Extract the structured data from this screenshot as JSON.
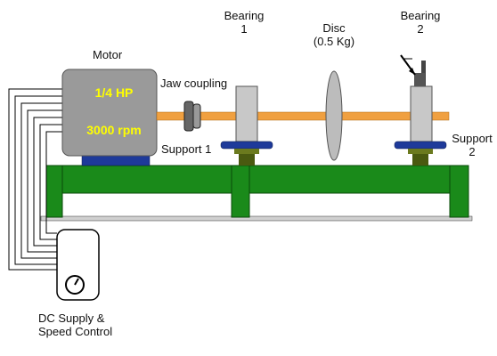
{
  "labels": {
    "motor": "Motor",
    "motor_power": "1/4 HP",
    "motor_speed": "3000 rpm",
    "jaw_coupling": "Jaw coupling",
    "support1": "Support 1",
    "bearing1_line1": "Bearing",
    "bearing1_line2": "1",
    "disc_line1": "Disc",
    "disc_line2": "(0.5 Kg)",
    "bearing2_line1": "Bearing",
    "bearing2_line2": "2",
    "support2_line1": "Support",
    "support2_line2": "2",
    "dc_line1": "DC Supply &",
    "dc_line2": "Speed Control"
  },
  "colors": {
    "motor_body": "#9a9a9a",
    "motor_text": "#ffff00",
    "shaft": "#f0a040",
    "base_frame": "#1a8a1a",
    "base_outline": "#0a4a0a",
    "bearing_block": "#c8c8c8",
    "support_plate": "#1e3a9a",
    "support_pad": "#6b7a1e",
    "disc": "#bcbcbc",
    "wire": "#000000"
  }
}
